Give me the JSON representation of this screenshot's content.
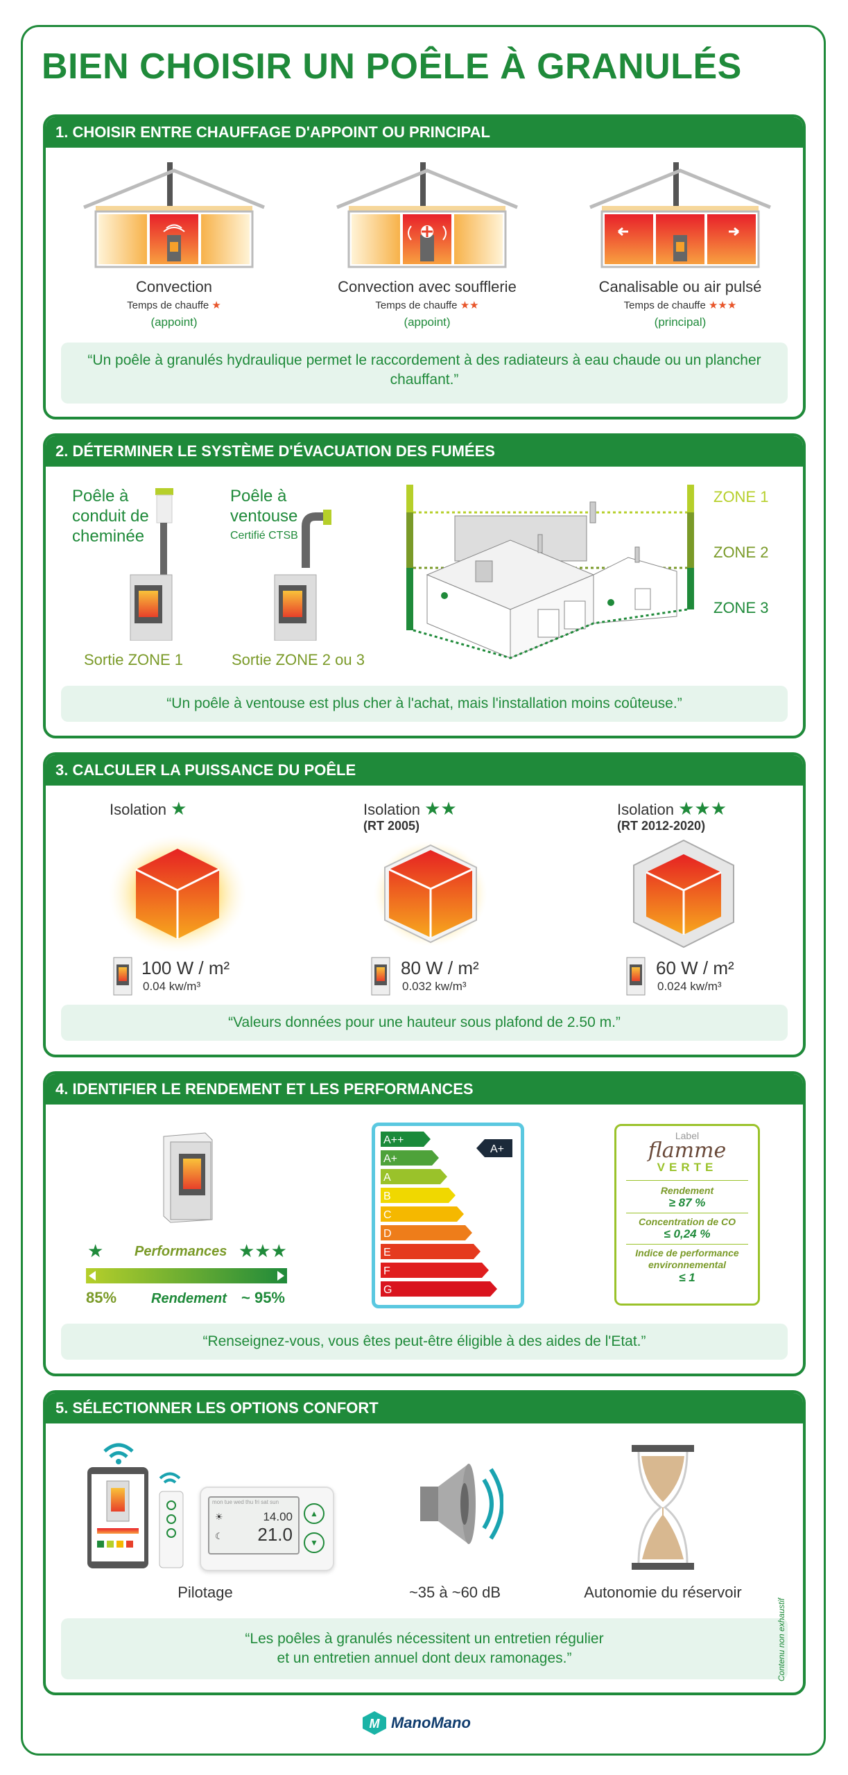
{
  "title": "BIEN CHOISIR UN POÊLE À GRANULÉS",
  "s1": {
    "header": "1. CHOISIR ENTRE CHAUFFAGE D'APPOINT OU PRINCIPAL",
    "items": [
      {
        "name": "Convection",
        "label": "Temps de chauffe",
        "stars": "★",
        "type": "(appoint)"
      },
      {
        "name": "Convection avec soufflerie",
        "label": "Temps de chauffe",
        "stars": "★★",
        "type": "(appoint)"
      },
      {
        "name": "Canalisable ou air pulsé",
        "label": "Temps de chauffe",
        "stars": "★★★",
        "type": "(principal)"
      }
    ],
    "quote": "“Un poêle à granulés hydraulique permet le raccordement à des radiateurs à eau chaude ou un plancher chauffant.”"
  },
  "s2": {
    "header": "2. DÉTERMINER LE SYSTÈME D'ÉVACUATION DES FUMÉES",
    "stove1_title": "Poêle à conduit de cheminée",
    "stove1_exit": "Sortie ZONE 1",
    "stove2_title": "Poêle à ventouse",
    "stove2_cert": "Certifié CTSB",
    "stove2_exit": "Sortie ZONE 2 ou 3",
    "zones": [
      "ZONE 1",
      "ZONE 2",
      "ZONE 3"
    ],
    "quote": "“Un poêle à ventouse est plus cher à l'achat, mais l'installation moins coûteuse.”"
  },
  "s3": {
    "header": "3. CALCULER LA PUISSANCE DU POÊLE",
    "items": [
      {
        "label": "Isolation",
        "stars": "★",
        "rt": "",
        "power": "100 W / m²",
        "volume": "0.04 kw/m³"
      },
      {
        "label": "Isolation",
        "stars": "★★",
        "rt": "(RT 2005)",
        "power": "80 W / m²",
        "volume": "0.032 kw/m³"
      },
      {
        "label": "Isolation",
        "stars": "★★★",
        "rt": "(RT 2012-2020)",
        "power": "60 W / m²",
        "volume": "0.024 kw/m³"
      }
    ],
    "quote": "“Valeurs données pour une hauteur sous plafond de 2.50 m.”"
  },
  "s4": {
    "header": "4. IDENTIFIER LE RENDEMENT ET LES PERFORMANCES",
    "perf_label": "Performances",
    "perf_low_stars": "★",
    "perf_high_stars": "★★★",
    "rend_low": "85%",
    "rend_label": "Rendement",
    "rend_high": "~ 95%",
    "energy_classes": [
      "A++",
      "A+",
      "A",
      "B",
      "C",
      "D",
      "E",
      "F",
      "G"
    ],
    "energy_colors": [
      "#1a8a3a",
      "#4ea23a",
      "#9ac22a",
      "#f0d800",
      "#f5b800",
      "#ee7d1a",
      "#e53a1e",
      "#e01e1e",
      "#d9141e"
    ],
    "energy_rating": "A+",
    "label_small": "Label",
    "label_flamme": "flamme",
    "label_verte": "VERTE",
    "label_items": [
      {
        "title": "Rendement",
        "value": "≥ 87 %"
      },
      {
        "title": "Concentration de CO",
        "value": "≤ 0,24 %"
      },
      {
        "title": "Indice de performance environnemental",
        "value": "≤ 1"
      }
    ],
    "quote": "“Renseignez-vous, vous êtes peut-être éligible à des aides de l'Etat.”"
  },
  "s5": {
    "header": "5. SÉLECTIONNER LES OPTIONS CONFORT",
    "pilotage": "Pilotage",
    "thermo_days": "mon tue wed thu fri sat sun",
    "thermo_top": "14.00",
    "thermo_bottom": "21.0",
    "sound": "~35 à ~60 dB",
    "autonomy": "Autonomie du réservoir",
    "quote_line1": "“Les poêles à granulés nécessitent un entretien régulier",
    "quote_line2": "et un entretien annuel dont deux ramonages.”"
  },
  "side_note": "Contenu non exhaustif",
  "brand": "ManoMano",
  "colors": {
    "green": "#1f8a3a",
    "light_green": "#e6f4ec",
    "olive": "#7a9a28",
    "star_orange": "#e8552a"
  }
}
